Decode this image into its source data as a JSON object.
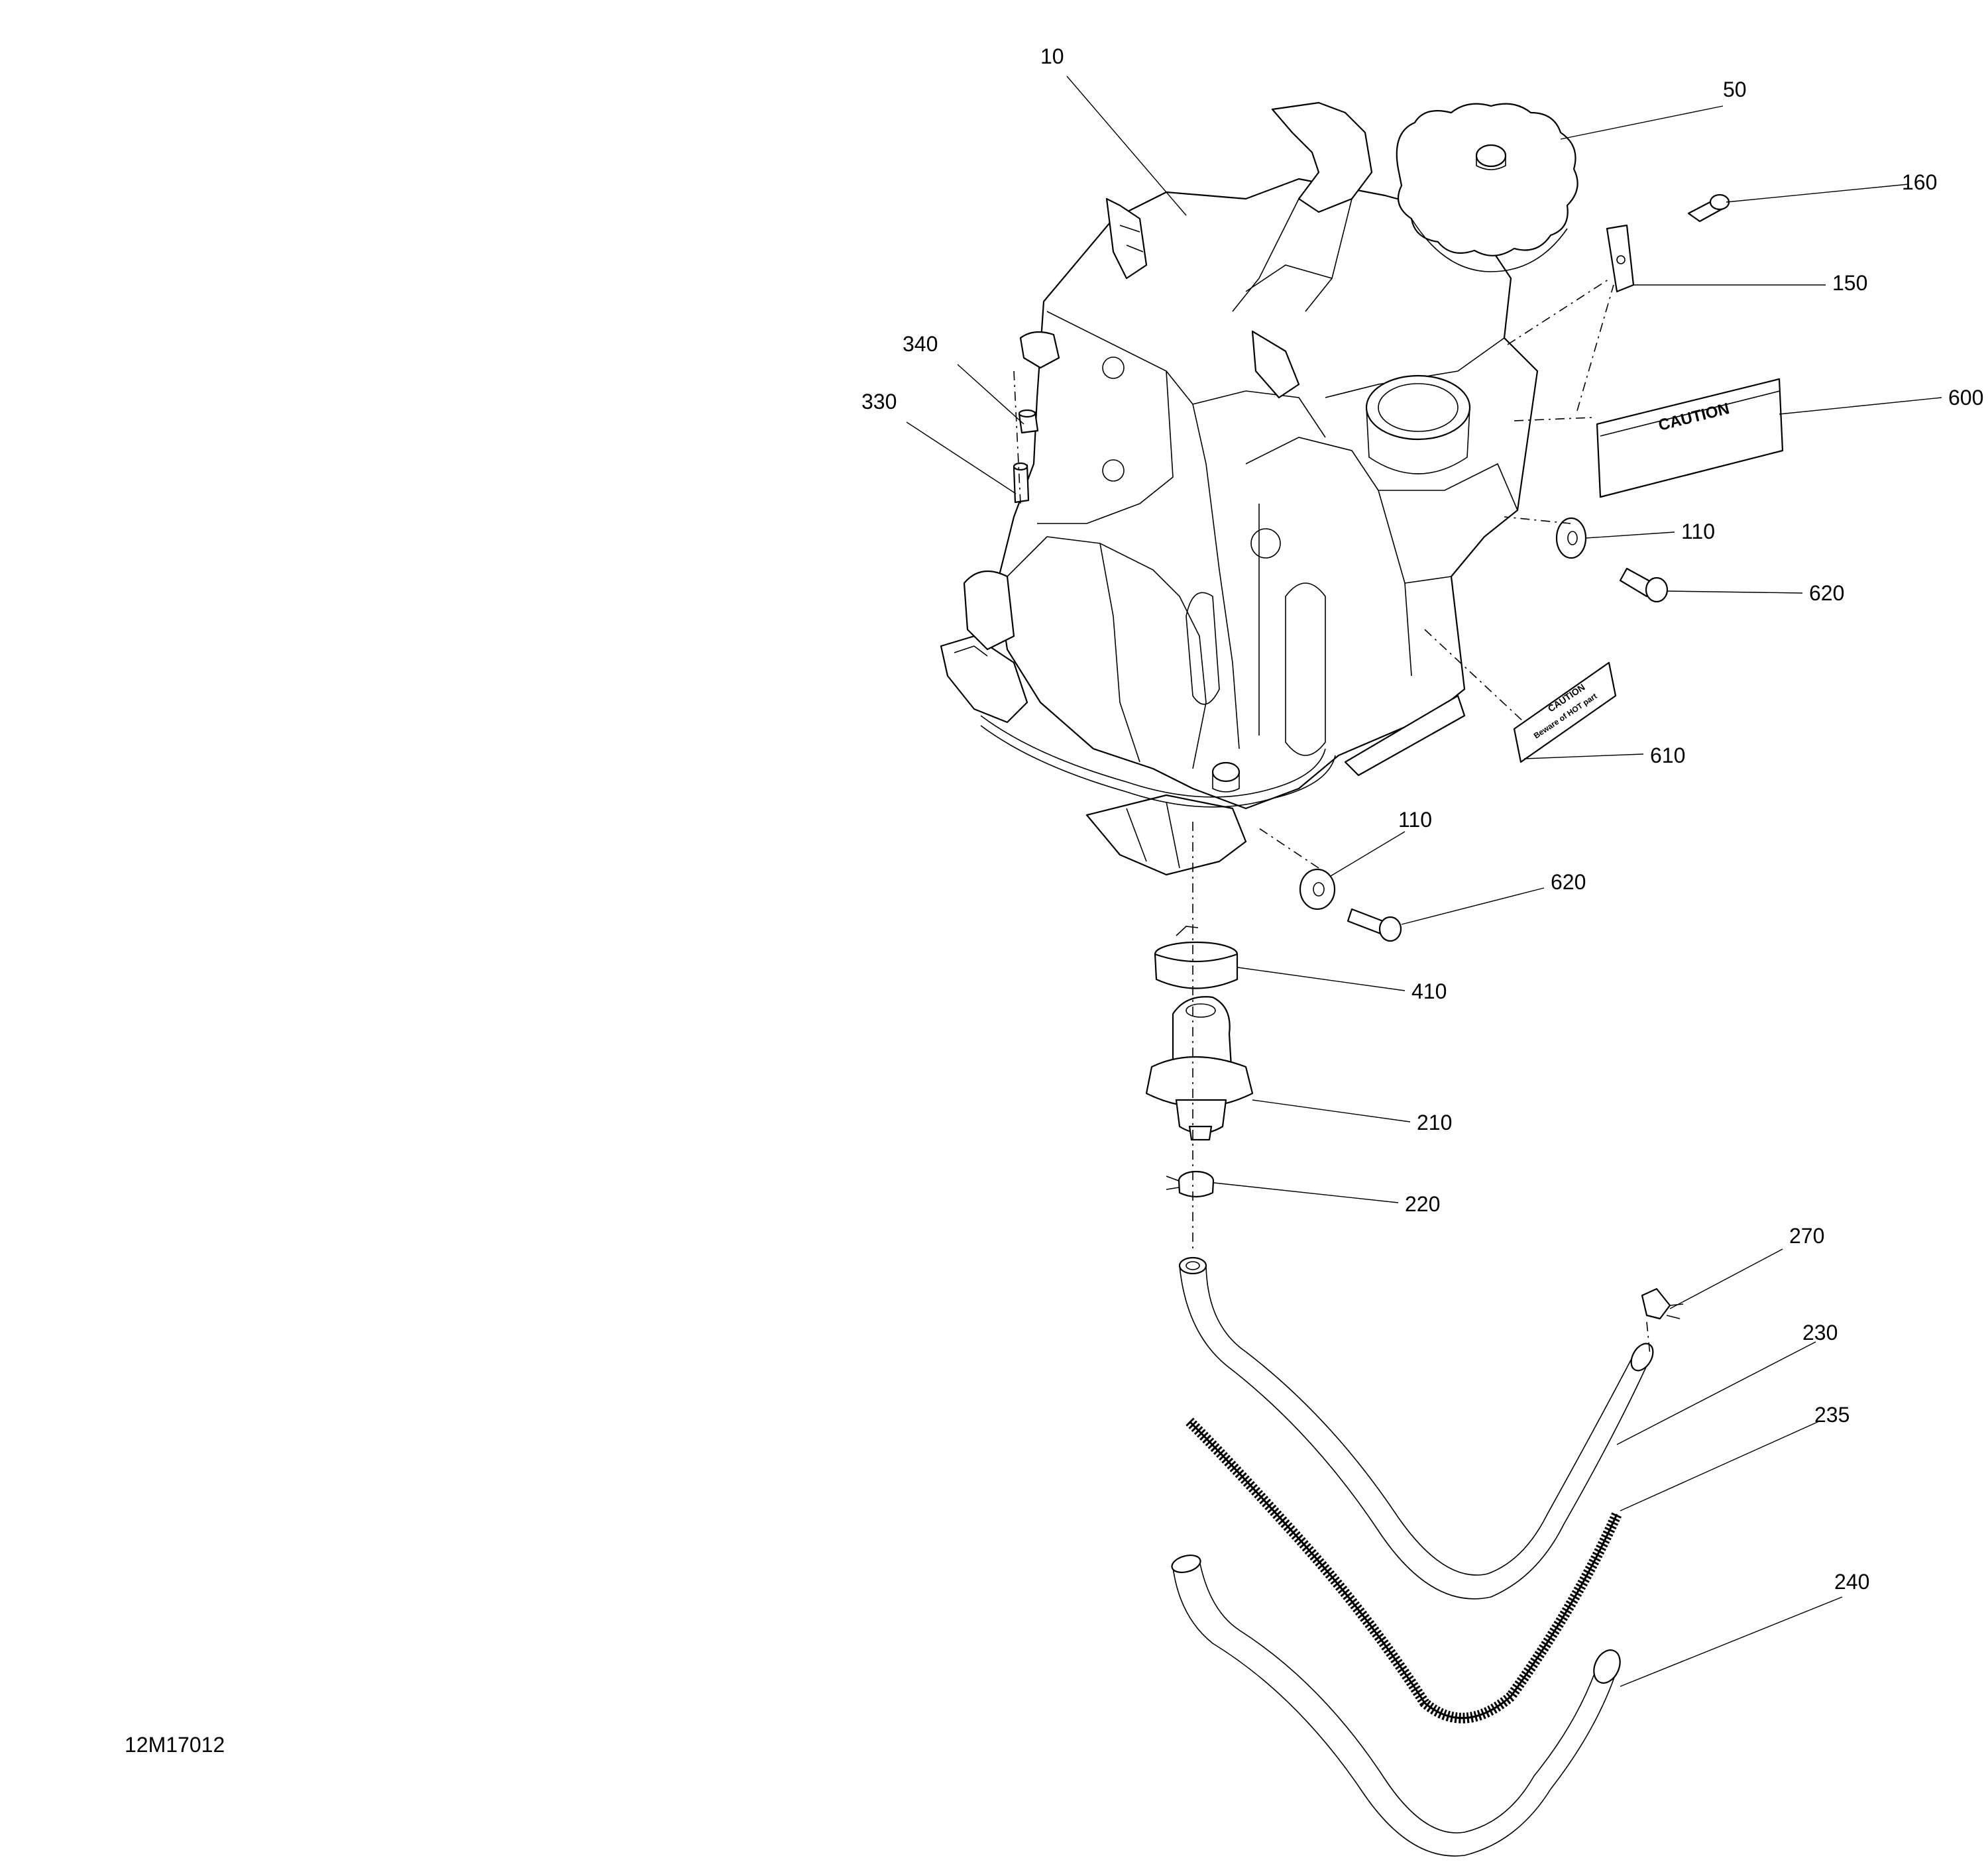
{
  "drawing_ref": "12M17012",
  "callouts": {
    "c10": "10",
    "c50": "50",
    "c160": "160",
    "c150": "150",
    "c600": "600",
    "c340": "340",
    "c330": "330",
    "c110a": "110",
    "c620a": "620",
    "c610": "610",
    "c110b": "110",
    "c620b": "620",
    "c410": "410",
    "c210": "210",
    "c220": "220",
    "c270": "270",
    "c230": "230",
    "c235": "235",
    "c240": "240"
  },
  "decals": {
    "caution": "CAUTION",
    "hot_title": "CAUTION",
    "hot_sub": "Beware of HOT part"
  }
}
